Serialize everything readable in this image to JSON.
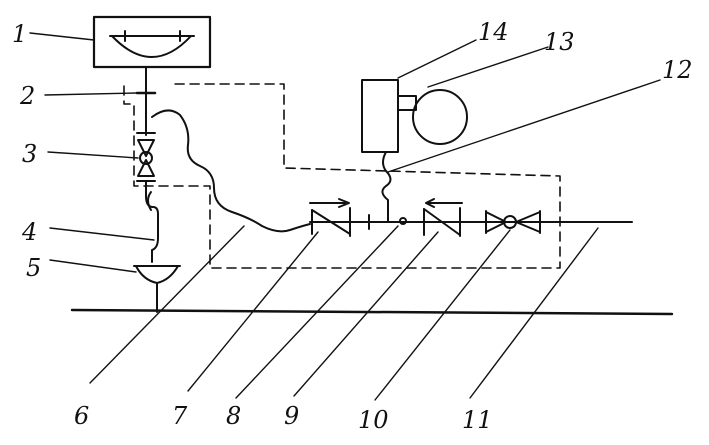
{
  "diagram": {
    "labels": [
      "1",
      "2",
      "3",
      "4",
      "5",
      "6",
      "7",
      "8",
      "9",
      "10",
      "11",
      "12",
      "13",
      "14"
    ]
  },
  "colors": {
    "ink": "#111111",
    "paper": "#ffffff"
  }
}
